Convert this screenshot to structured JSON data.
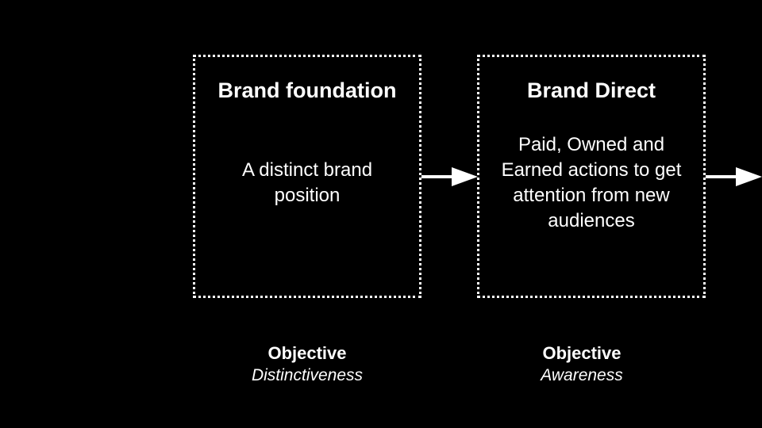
{
  "stages": [
    {
      "title": "Brand foundation",
      "description": "A distinct brand position",
      "objective_label": "Objective",
      "objective_value": "Distinctiveness"
    },
    {
      "title": "Brand Direct",
      "description": "Paid, Owned and Earned actions to get attention from new audiences",
      "objective_label": "Objective",
      "objective_value": "Awareness"
    }
  ],
  "colors": {
    "background": "#000000",
    "foreground": "#ffffff"
  },
  "icons": [
    "arrow-right-icon",
    "arrow-right-icon"
  ]
}
